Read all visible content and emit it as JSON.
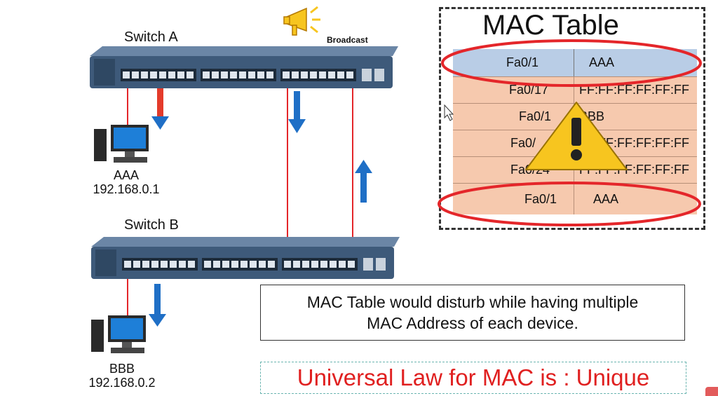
{
  "switch_a": {
    "title": "Switch A"
  },
  "switch_b": {
    "title": "Switch B"
  },
  "broadcast": {
    "label": "Broadcast"
  },
  "host_a": {
    "name": "AAA",
    "ip": "192.168.0.1"
  },
  "host_b": {
    "name": "BBB",
    "ip": "192.168.0.2"
  },
  "mac_table": {
    "title": "MAC Table",
    "rows": [
      {
        "port": "Fa0/1",
        "mac": "AAA"
      },
      {
        "port": "Fa0/17",
        "mac": "FF:FF:FF:FF:FF:FF"
      },
      {
        "port": "Fa0/1",
        "mac": "BBB"
      },
      {
        "port": "Fa0/",
        "mac": "FF:FF:FF:FF:FF:FF"
      },
      {
        "port": "Fa0/24",
        "mac": "FF:FF:FF:FF:FF:FF"
      },
      {
        "port": "Fa0/1",
        "mac": "AAA"
      }
    ]
  },
  "note": {
    "text": "MAC Table would disturb while having multiple MAC Address of each device."
  },
  "law": {
    "text": "Universal Law for MAC is : Unique"
  },
  "colors": {
    "switch_body": "#3e5a7a",
    "highlight_row": "#b9cde6",
    "table_row": "#f6c9ae",
    "ellipse": "#e4262a",
    "arrow_blue": "#1f6fc6",
    "arrow_red": "#e43b2b",
    "warning": "#f7c51f"
  }
}
